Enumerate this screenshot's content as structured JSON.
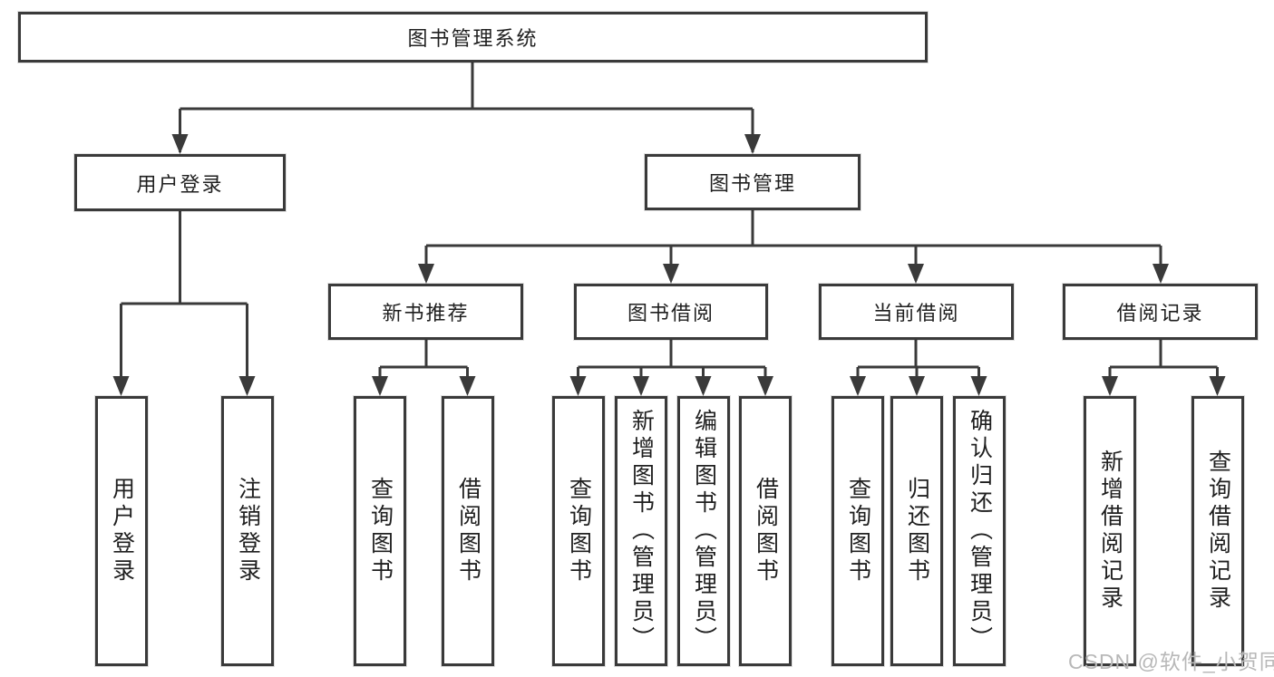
{
  "style": {
    "line_color": "#3a3a3a",
    "text_color": "#1f1f1f",
    "watermark_color": "#b8b8b8",
    "background": "#ffffff"
  },
  "watermark": "CSDN @软件_小贺同学",
  "tree": {
    "root": "图书管理系统",
    "branches": [
      {
        "label": "用户登录",
        "children": [
          "用户登录",
          "注销登录"
        ]
      },
      {
        "label": "图书管理",
        "groups": [
          {
            "label": "新书推荐",
            "children": [
              "查询图书",
              "借阅图书"
            ]
          },
          {
            "label": "图书借阅",
            "children": [
              "查询图书",
              "新增图书（管理员）",
              "编辑图书（管理员）",
              "借阅图书"
            ]
          },
          {
            "label": "当前借阅",
            "children": [
              "查询图书",
              "归还图书",
              "确认归还（管理员）"
            ]
          },
          {
            "label": "借阅记录",
            "children": [
              "新增借阅记录",
              "查询借阅记录"
            ]
          }
        ]
      }
    ]
  }
}
